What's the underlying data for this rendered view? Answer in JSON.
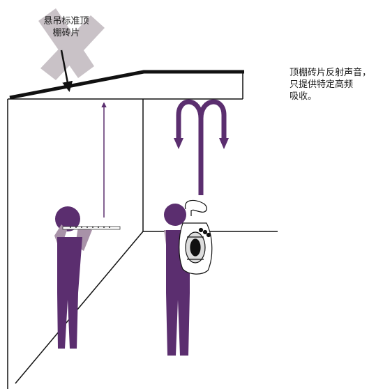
{
  "labels": {
    "standard_tile": [
      "悬吊标准顶",
      "棚砖片"
    ],
    "reflective_tile": [
      "顶棚砖片反射声音，",
      "只提供特定高频",
      "吸收。"
    ]
  },
  "colors": {
    "figure": "#5b2e6f",
    "figure_arm": "#a892a8",
    "cross": "#c9c2c7",
    "line": "#111111"
  },
  "icons": {
    "cross": "x-mark-icon",
    "flute_player": "flute-player-icon",
    "tuba_player": "tuba-player-icon"
  }
}
